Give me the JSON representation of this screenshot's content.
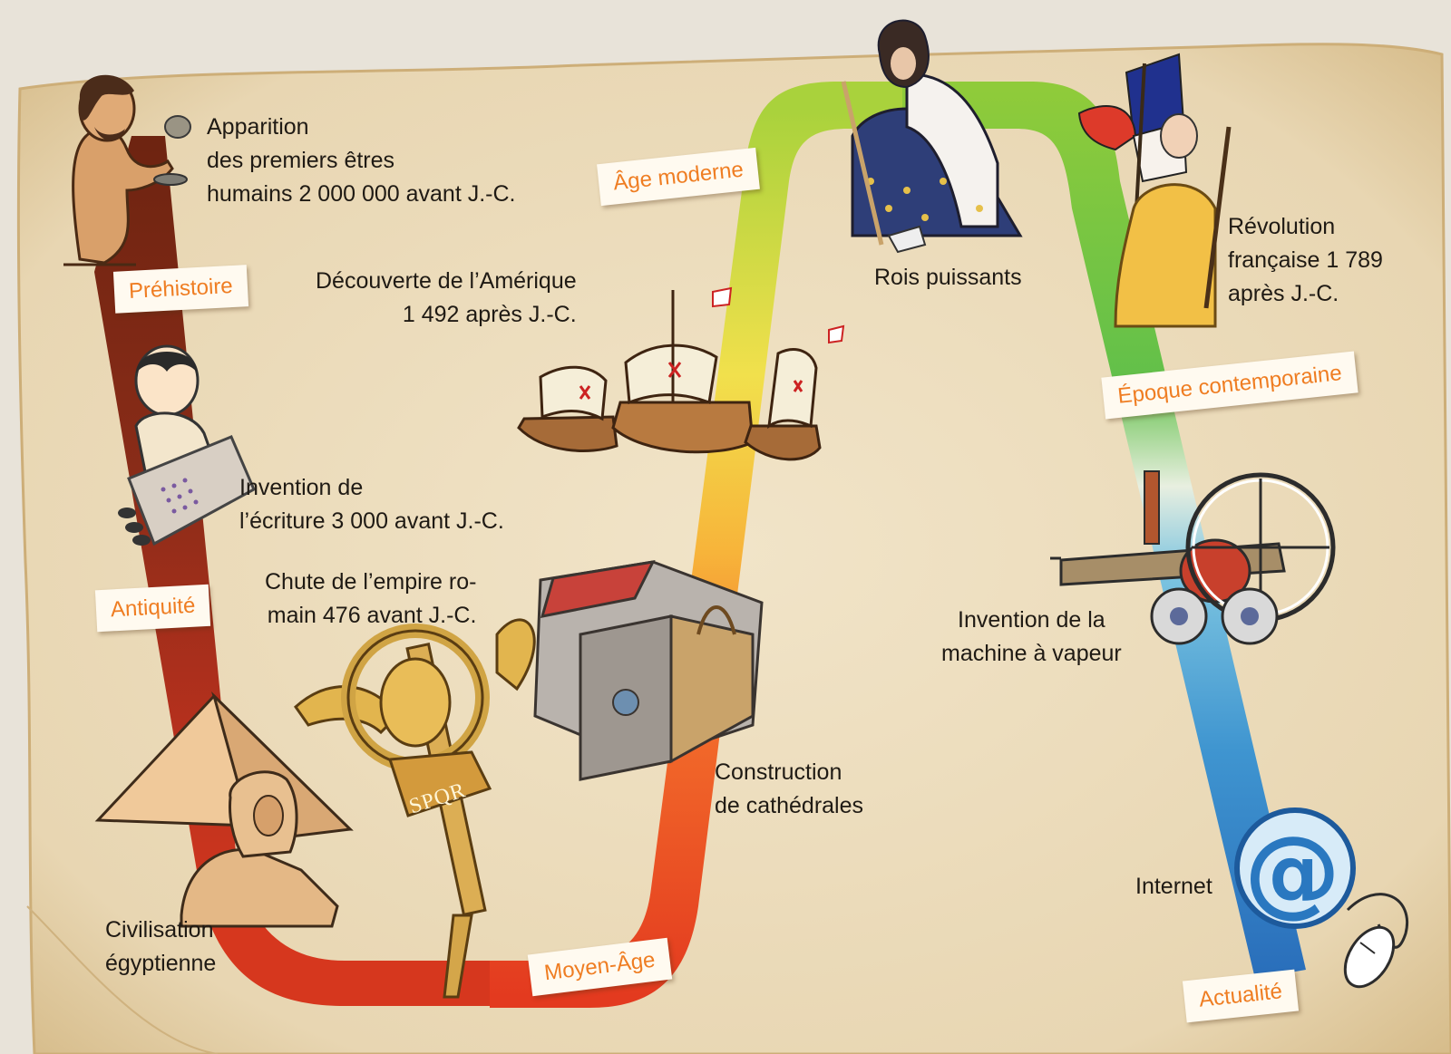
{
  "periods": {
    "prehistoire": "Préhistoire",
    "antiquite": "Antiquité",
    "moyen_age": "Moyen-Âge",
    "age_moderne": "Âge moderne",
    "epoque_contemporaine": "Époque contemporaine",
    "actualite": "Actualité"
  },
  "events": {
    "apparition": "Apparition\ndes premiers êtres\nhumains 2 000 000 avant J.-C.",
    "ecriture": "Invention de\nl’écriture 3 000 avant J.-C.",
    "empire": "Chute de l’empire ro-\nmain 476 avant J.-C.",
    "egypte": "Civilisation\négyptienne",
    "amerique": "Découverte de l’Amérique\n1 492 après J.-C.",
    "cathedrales": "Construction\nde cathédrales",
    "rois": "Rois puissants",
    "revolution": "Révolution\nfrançaise 1 789\naprès J.-C.",
    "vapeur": "Invention de la\nmachine à vapeur",
    "internet": "Internet"
  },
  "standard_text": "SPQR",
  "internet_symbol": "@",
  "icons": [
    "caveman-icon",
    "scribe-icon",
    "pyramid-icon",
    "sphinx-icon",
    "roman-eagle-standard-icon",
    "caravel-ships-icon",
    "cathedral-icon",
    "king-icon",
    "liberty-marianne-icon",
    "steam-locomotive-icon",
    "at-sign-icon",
    "computer-mouse-icon"
  ],
  "colors": {
    "parchment": "#efe3c8",
    "label_text": "#ef7d22",
    "band_prehistory": "#7a2a14",
    "band_antiquity": "#c0301e",
    "band_middle_age": "#e8401f",
    "band_modern": "#f2e24a",
    "band_contemporary": "#8ec93a",
    "band_current": "#2f84c8"
  }
}
